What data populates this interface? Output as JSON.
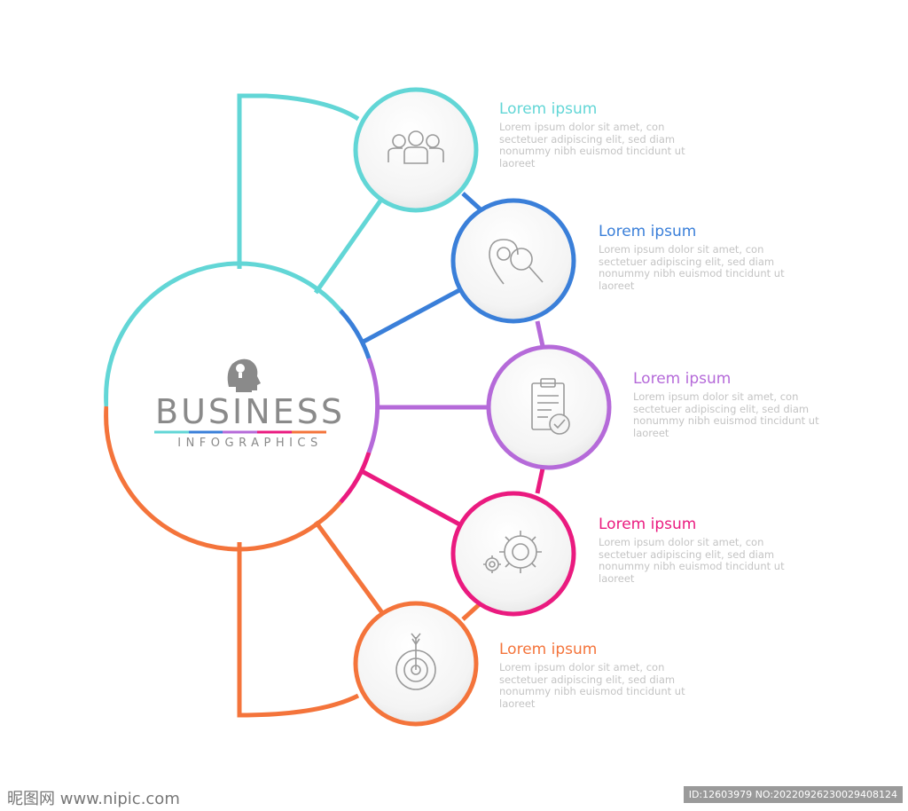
{
  "hub": {
    "title": "BUSINESS",
    "subtitle": "INFOGRAPHICS",
    "icon": "head-lightbulb-icon"
  },
  "steps": [
    {
      "title": "Lorem ipsum",
      "body": "Lorem ipsum dolor sit amet, con sectetuer adipiscing elit, sed diam nonummy nibh euismod tincidunt ut laoreet",
      "color": "#62d6d6",
      "icon": "team-icon"
    },
    {
      "title": "Lorem ipsum",
      "body": "Lorem ipsum dolor sit amet, con sectetuer adipiscing elit, sed diam nonummy nibh euismod tincidunt ut laoreet",
      "color": "#3a7fd9",
      "icon": "location-search-icon"
    },
    {
      "title": "Lorem ipsum",
      "body": "Lorem ipsum dolor sit amet, con sectetuer adipiscing elit, sed diam nonummy nibh euismod tincidunt ut laoreet",
      "color": "#b56ad9",
      "icon": "clipboard-check-icon"
    },
    {
      "title": "Lorem ipsum",
      "body": "Lorem ipsum dolor sit amet, con sectetuer adipiscing elit, sed diam nonummy nibh euismod tincidunt ut laoreet",
      "color": "#ea1a7f",
      "icon": "gears-icon"
    },
    {
      "title": "Lorem ipsum",
      "body": "Lorem ipsum dolor sit amet, con sectetuer adipiscing elit, sed diam nonummy nibh euismod tincidunt ut laoreet",
      "color": "#f4743b",
      "icon": "target-arrow-icon"
    }
  ],
  "footer": {
    "logo": "昵图网 www.nipic.com",
    "id_text": "ID:12603979 NO:20220926230029408124"
  }
}
